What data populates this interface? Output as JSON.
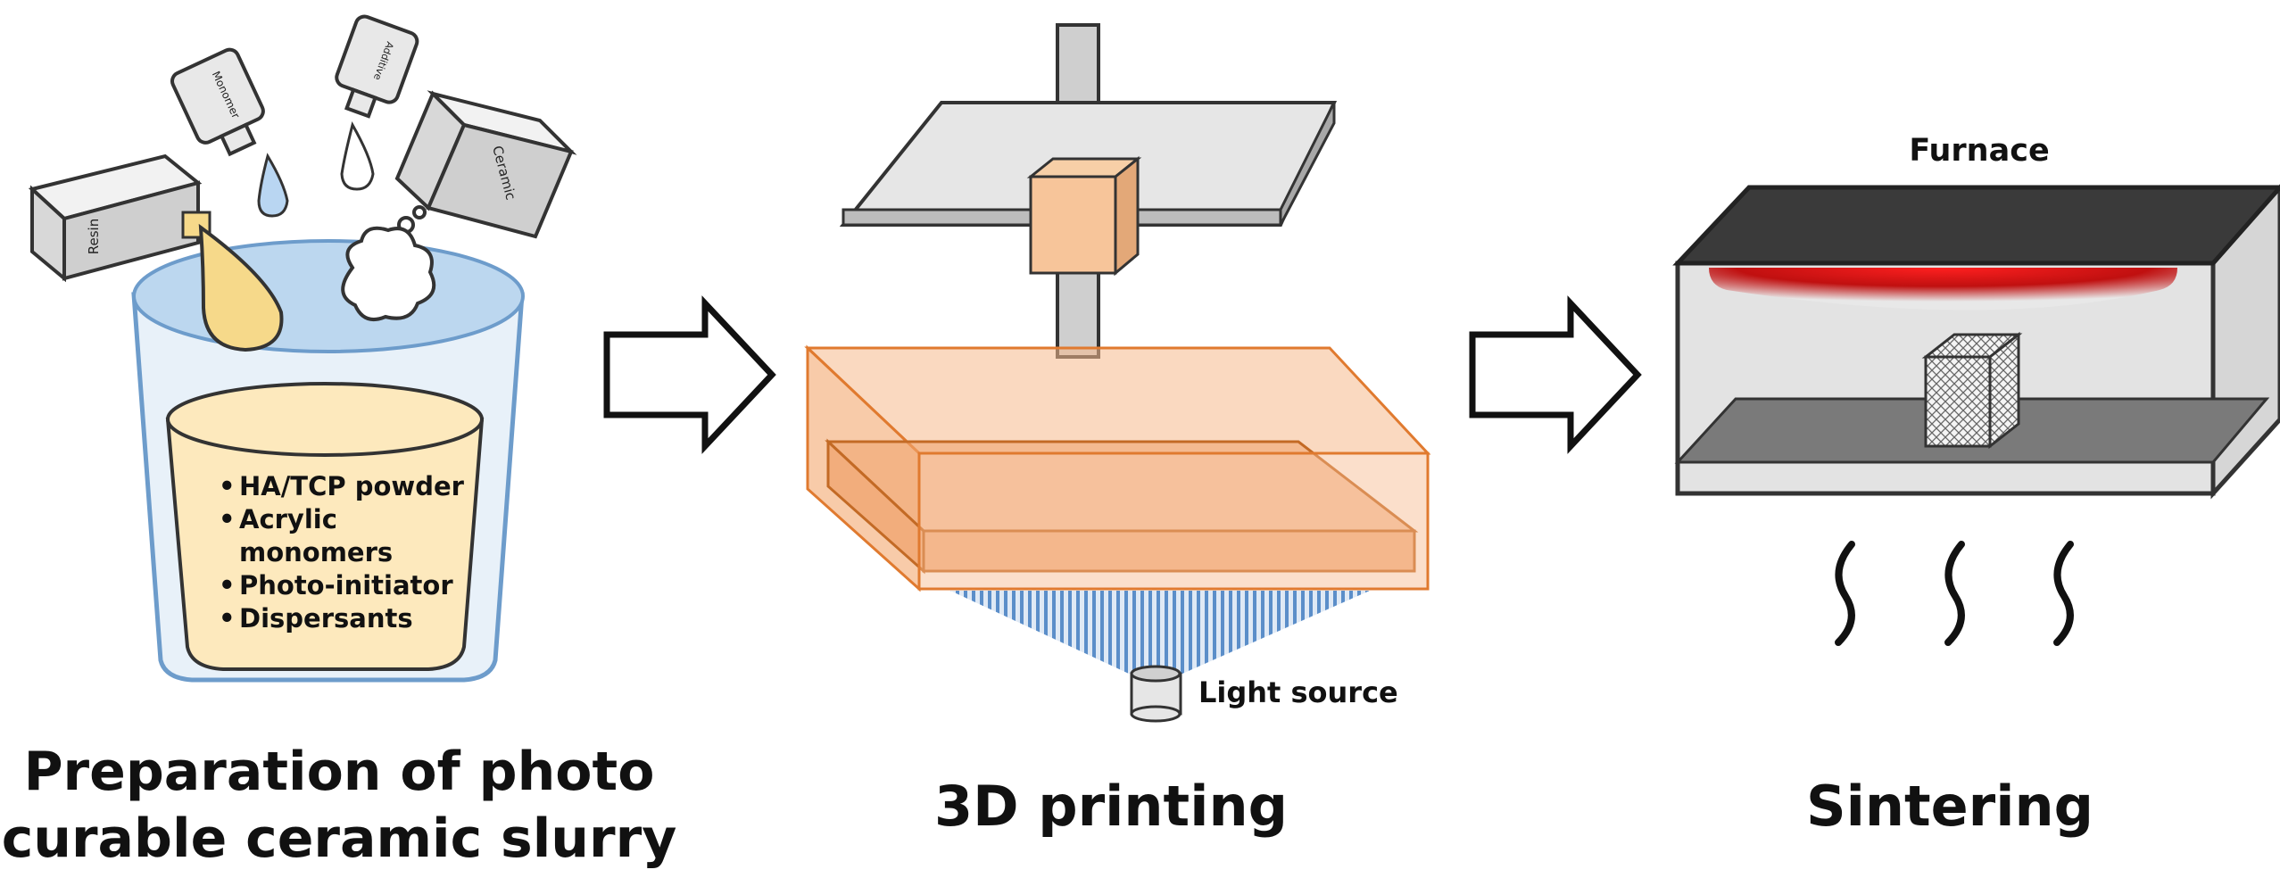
{
  "steps": [
    {
      "caption_lines": [
        "Preparation of photo",
        "curable ceramic slurry"
      ],
      "bottles": [
        "Resin",
        "Monomer",
        "Additive",
        "Ceramic"
      ],
      "ingredients": [
        "HA/TCP powder",
        "Acrylic",
        "monomers",
        "Photo-initiator",
        "Dispersants"
      ]
    },
    {
      "caption_lines": [
        "3D printing"
      ],
      "light_label": "Light source"
    },
    {
      "caption_lines": [
        "Sintering"
      ],
      "furnace_label": "Furnace"
    }
  ],
  "colors": {
    "slurry": "#fde9bd",
    "glass": "#bcd7ef",
    "resin_drop": "#f6d98a",
    "print_block": "#f6b98c",
    "print_outline": "#e07a2f",
    "light_beam": "#5b8ec9",
    "furnace_top": "#3a3a3a",
    "heater": "#e01818"
  }
}
